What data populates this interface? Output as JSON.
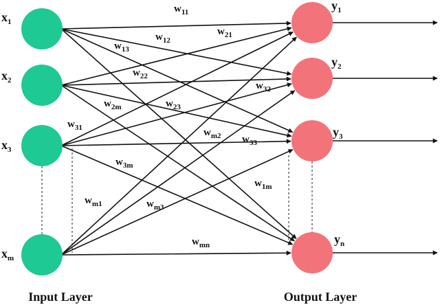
{
  "colors": {
    "input_node": "#1ec993",
    "output_node": "#f3737a",
    "line": "#111111"
  },
  "input_layer_label": "Input Layer",
  "output_layer_label": "Output Layer",
  "inputs": [
    {
      "base": "x",
      "sub": "1"
    },
    {
      "base": "x",
      "sub": "2"
    },
    {
      "base": "x",
      "sub": "3"
    },
    {
      "base": "x",
      "sub": "m"
    }
  ],
  "outputs": [
    {
      "base": "y",
      "sub": "1"
    },
    {
      "base": "y",
      "sub": "2"
    },
    {
      "base": "y",
      "sub": "3"
    },
    {
      "base": "y",
      "sub": "n"
    }
  ],
  "weights": [
    {
      "id": "w11",
      "base": "w",
      "sub": "11"
    },
    {
      "id": "w12",
      "base": "w",
      "sub": "12"
    },
    {
      "id": "w13",
      "base": "w",
      "sub": "13"
    },
    {
      "id": "w21",
      "base": "w",
      "sub": "21"
    },
    {
      "id": "w22",
      "base": "w",
      "sub": "22"
    },
    {
      "id": "w2m",
      "base": "w",
      "sub": "2m"
    },
    {
      "id": "w23",
      "base": "w",
      "sub": "23"
    },
    {
      "id": "w32",
      "base": "w",
      "sub": "32"
    },
    {
      "id": "w31",
      "base": "w",
      "sub": "31"
    },
    {
      "id": "wm2",
      "base": "w",
      "sub": "m2"
    },
    {
      "id": "w33",
      "base": "w",
      "sub": "33"
    },
    {
      "id": "w3m",
      "base": "w",
      "sub": "3m"
    },
    {
      "id": "w1m",
      "base": "w",
      "sub": "1m"
    },
    {
      "id": "wm1",
      "base": "w",
      "sub": "m1"
    },
    {
      "id": "wm3",
      "base": "w",
      "sub": "m3"
    },
    {
      "id": "wmn",
      "base": "w",
      "sub": "mn"
    }
  ]
}
